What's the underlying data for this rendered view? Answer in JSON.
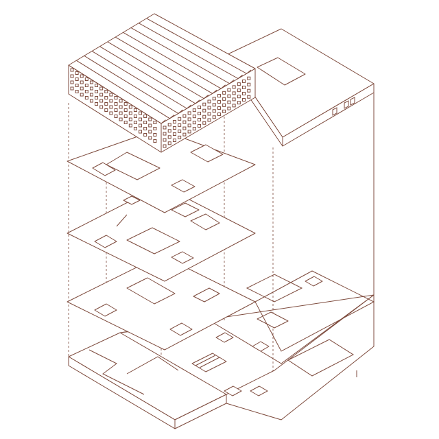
{
  "diagram": {
    "type": "exploded-axonometric-building",
    "colors": {
      "line": "#7d4a3c",
      "background": "#ffffff"
    },
    "parts": [
      "sawtooth-roof-block",
      "upper-floor-plate",
      "middle-floor-plate",
      "lower-floor-plate",
      "ground-floor-plan",
      "side-tower"
    ]
  }
}
